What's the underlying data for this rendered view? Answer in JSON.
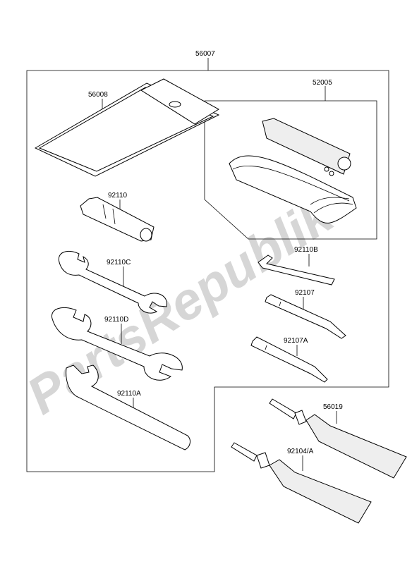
{
  "watermark": "PartsRepublik",
  "labels": {
    "kit": "56007",
    "pouch": "56008",
    "tool_bag_set": "52005",
    "plug_wrench": "92110",
    "wrench_c": "92110C",
    "wrench_d": "92110D",
    "hook_wrench": "92110A",
    "hex_key": "92110B",
    "screwdriver": "92107",
    "screwdriver_a": "92107A",
    "tube_1": "56019",
    "tube_2": "92104/A"
  }
}
